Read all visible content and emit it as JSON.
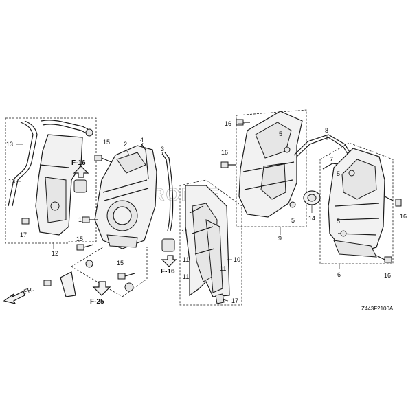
{
  "diagram": {
    "callouts": [
      "1",
      "2",
      "3",
      "4",
      "5",
      "5",
      "5",
      "5",
      "6",
      "7",
      "8",
      "9",
      "10",
      "11",
      "11",
      "11",
      "11",
      "12",
      "13",
      "13",
      "14",
      "15",
      "15",
      "15",
      "16",
      "16",
      "16",
      "16",
      "17",
      "17"
    ],
    "refs": [
      "F-16",
      "F-16",
      "F-25"
    ],
    "direction_label": "FR.",
    "diagram_code": "Z443F2100A",
    "watermark": "BRONTE"
  }
}
